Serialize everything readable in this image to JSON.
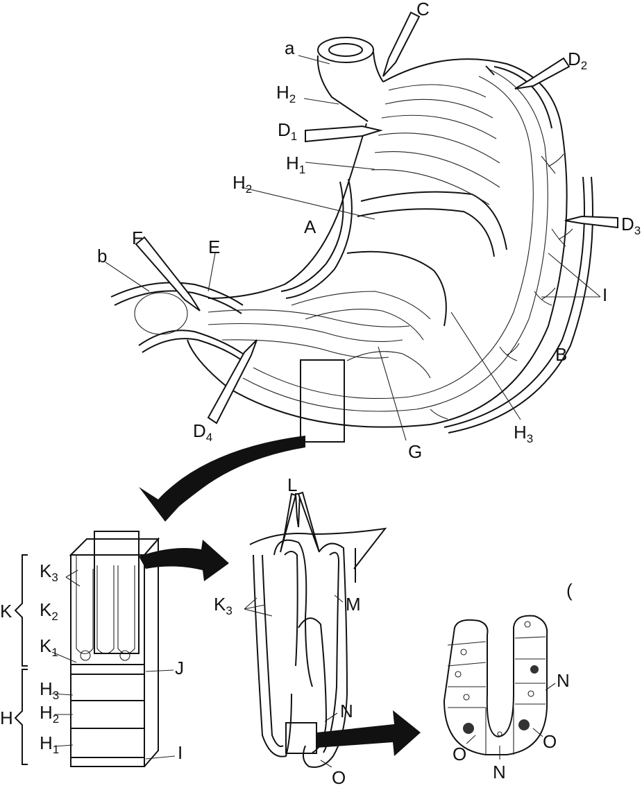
{
  "labels": {
    "a": "a",
    "b": "b",
    "C": "C",
    "D": "D",
    "D1": "1",
    "D2": "2",
    "D3": "3",
    "D4": "4",
    "H": "H",
    "H1": "1",
    "H2": "2",
    "H3": "3",
    "A": "A",
    "B": "B",
    "E": "E",
    "F": "F",
    "G": "G",
    "I": "I",
    "J": "J",
    "K": "K",
    "K1": "1",
    "K2": "2",
    "K3": "3",
    "L": "L",
    "M": "M",
    "N": "N",
    "O": "O",
    "paren": "("
  },
  "colors": {
    "ink": "#111111",
    "paper": "#ffffff"
  }
}
